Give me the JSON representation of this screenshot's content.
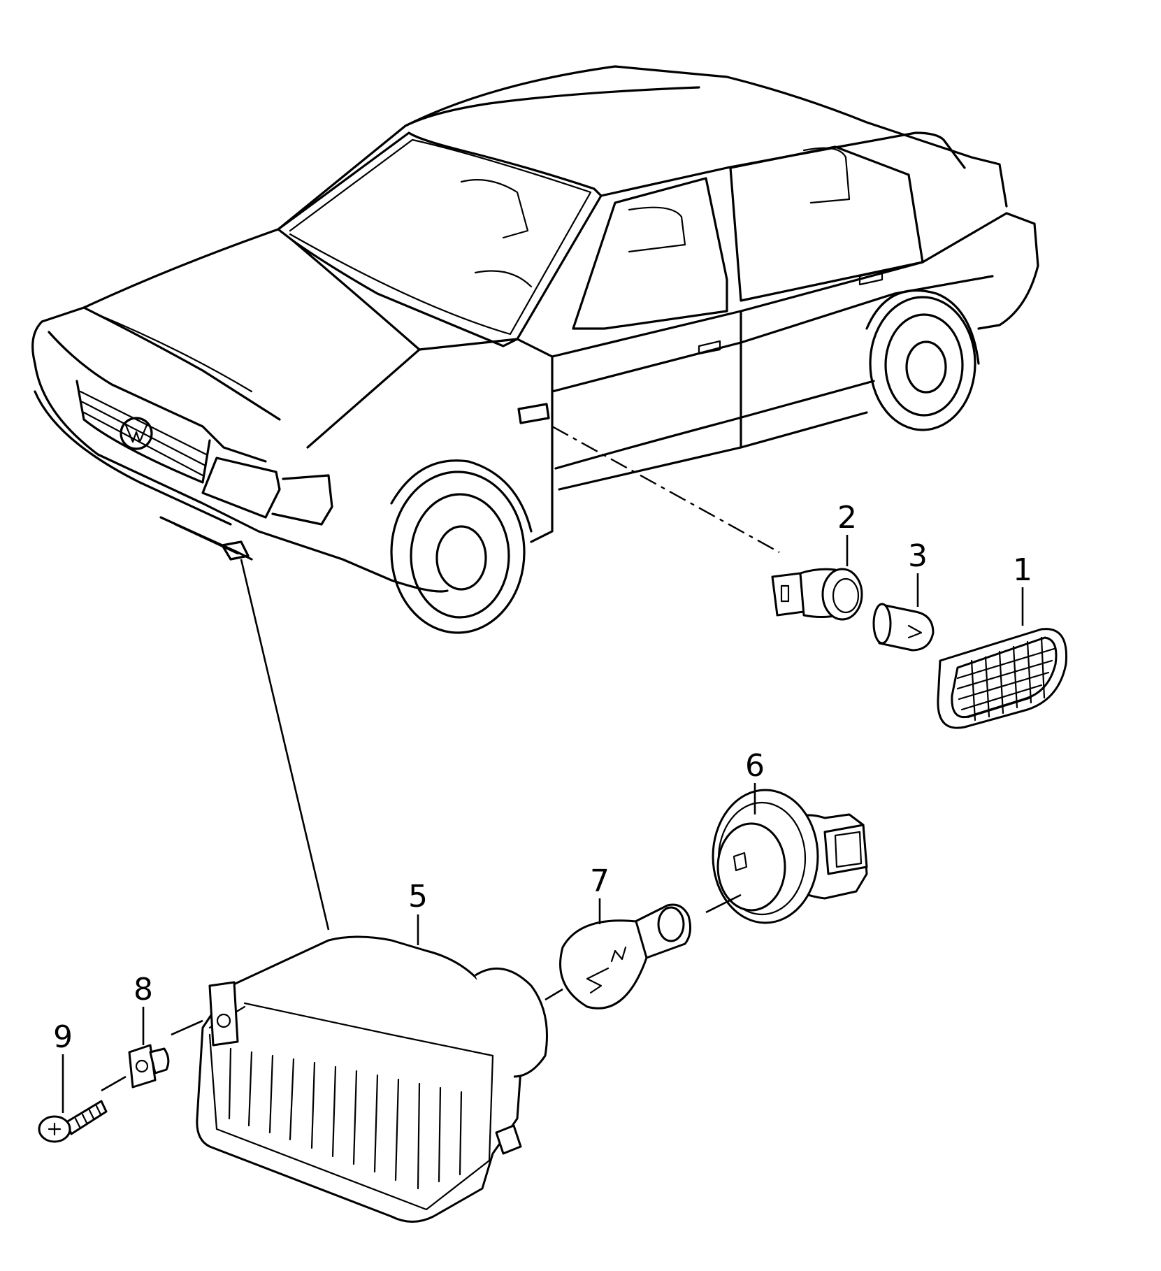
{
  "callouts": [
    {
      "id": "1",
      "label": "1"
    },
    {
      "id": "2",
      "label": "2"
    },
    {
      "id": "3",
      "label": "3"
    },
    {
      "id": "5",
      "label": "5"
    },
    {
      "id": "6",
      "label": "6"
    },
    {
      "id": "7",
      "label": "7"
    },
    {
      "id": "8",
      "label": "8"
    },
    {
      "id": "9",
      "label": "9"
    }
  ]
}
